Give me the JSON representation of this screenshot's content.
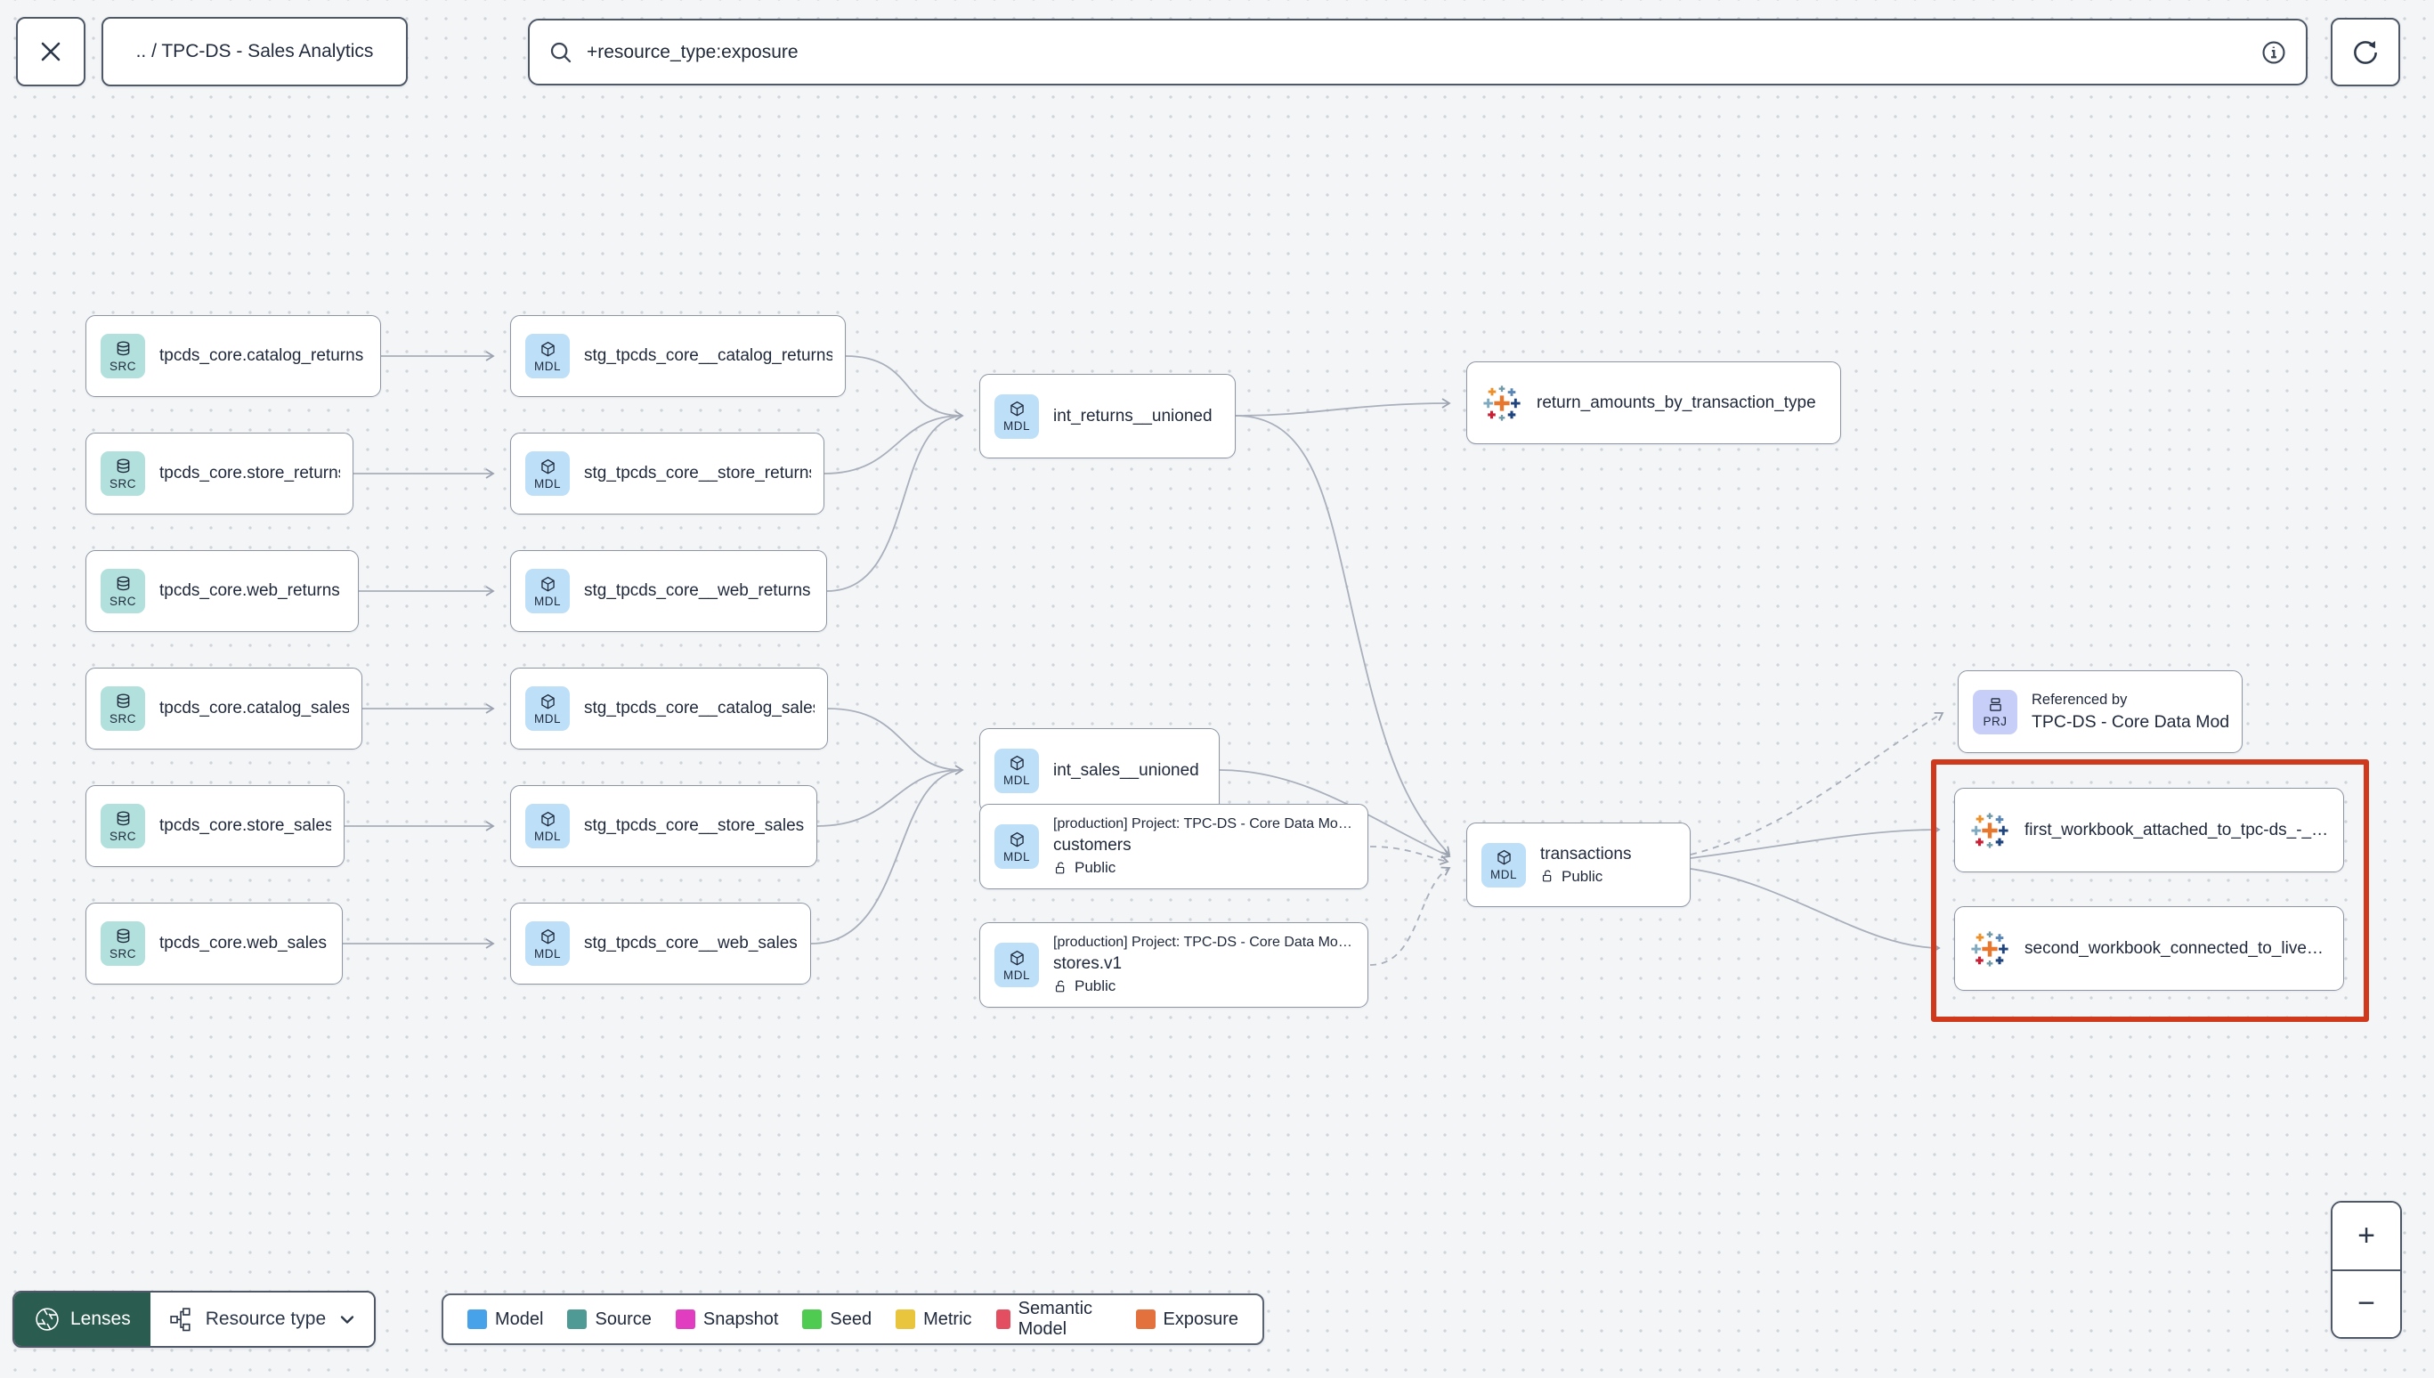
{
  "topbar": {
    "breadcrumb": ".. / TPC-DS - Sales Analytics",
    "search": {
      "value": "+resource_type:exposure"
    }
  },
  "nodes": {
    "src1": {
      "badge": "SRC",
      "label": "tpcds_core.catalog_returns"
    },
    "src2": {
      "badge": "SRC",
      "label": "tpcds_core.store_returns"
    },
    "src3": {
      "badge": "SRC",
      "label": "tpcds_core.web_returns"
    },
    "src4": {
      "badge": "SRC",
      "label": "tpcds_core.catalog_sales"
    },
    "src5": {
      "badge": "SRC",
      "label": "tpcds_core.store_sales"
    },
    "src6": {
      "badge": "SRC",
      "label": "tpcds_core.web_sales"
    },
    "stg1": {
      "badge": "MDL",
      "label": "stg_tpcds_core__catalog_returns"
    },
    "stg2": {
      "badge": "MDL",
      "label": "stg_tpcds_core__store_returns"
    },
    "stg3": {
      "badge": "MDL",
      "label": "stg_tpcds_core__web_returns"
    },
    "stg4": {
      "badge": "MDL",
      "label": "stg_tpcds_core__catalog_sales"
    },
    "stg5": {
      "badge": "MDL",
      "label": "stg_tpcds_core__store_sales"
    },
    "stg6": {
      "badge": "MDL",
      "label": "stg_tpcds_core__web_sales"
    },
    "int_returns": {
      "badge": "MDL",
      "label": "int_returns__unioned"
    },
    "int_sales": {
      "badge": "MDL",
      "label": "int_sales__unioned"
    },
    "return_amounts": {
      "label": "return_amounts_by_transaction_type"
    },
    "customers": {
      "badge": "MDL",
      "meta": "[production] Project: TPC-DS - Core Data Mo…",
      "label": "customers",
      "access": "Public"
    },
    "stores": {
      "badge": "MDL",
      "meta": "[production] Project: TPC-DS - Core Data Mo…",
      "label": "stores.v1",
      "access": "Public"
    },
    "transactions": {
      "badge": "MDL",
      "label": "transactions",
      "access": "Public"
    },
    "referenced_by": {
      "badge": "PRJ",
      "title": "Referenced by",
      "label": "TPC-DS - Core Data Models"
    },
    "first_workbook": {
      "label": "first_workbook_attached_to_tpc-ds_-_…"
    },
    "second_workbook": {
      "label": "second_workbook_connected_to_live…"
    }
  },
  "footer": {
    "lenses_label": "Lenses",
    "resource_type_label": "Resource type",
    "legend": [
      {
        "label": "Model",
        "color": "#47a2e9"
      },
      {
        "label": "Source",
        "color": "#4f9a94"
      },
      {
        "label": "Snapshot",
        "color": "#e13dc0"
      },
      {
        "label": "Seed",
        "color": "#4ecb50"
      },
      {
        "label": "Metric",
        "color": "#e9c43d"
      },
      {
        "label": "Semantic Model",
        "color": "#e34f60"
      },
      {
        "label": "Exposure",
        "color": "#e2713e"
      }
    ]
  },
  "zoom_controls": {
    "zoom_in": "+",
    "zoom_out": "−"
  },
  "colors": {
    "highlight": "#d0391b",
    "badge_src_bg": "#b2e0dc",
    "badge_mdl_bg": "#bddff8",
    "badge_prj_bg": "#c7cff9",
    "lenses_bg": "#2a5c50"
  }
}
